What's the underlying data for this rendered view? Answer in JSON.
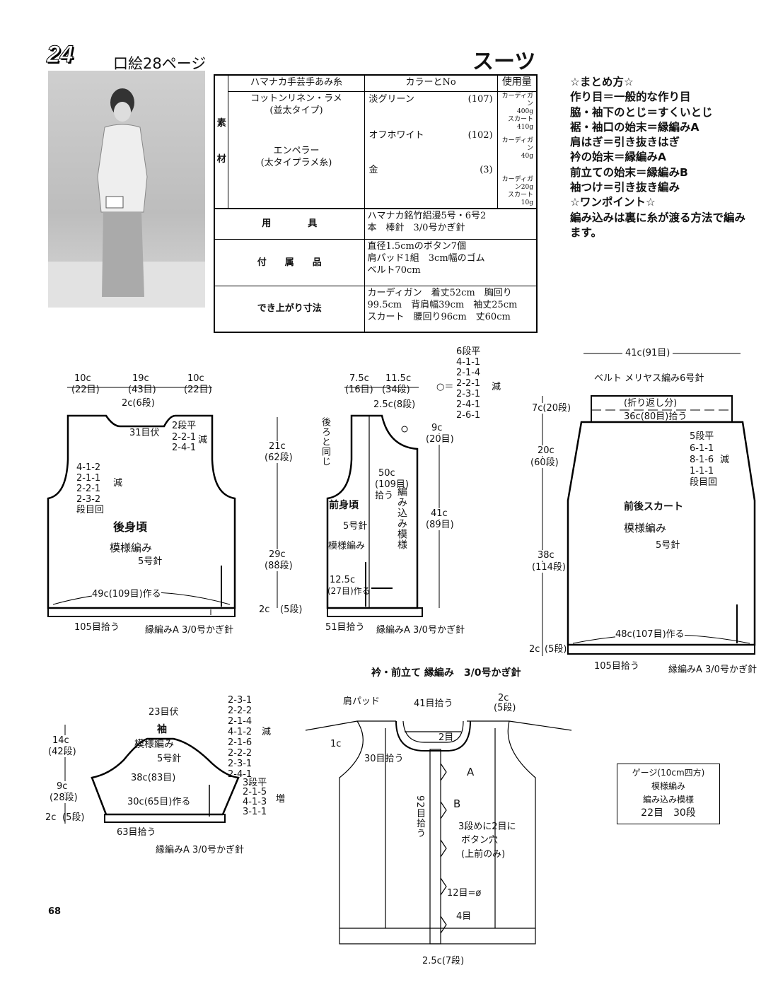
{
  "header": {
    "number": "24",
    "reference": "口絵28ページ",
    "title": "スーツ"
  },
  "photo": {
    "alt": "model-photo"
  },
  "materials": {
    "head": [
      "ハマナカ手芸手あみ糸",
      "カラーとNo",
      "使用量"
    ],
    "side_label": [
      "素",
      "材"
    ],
    "yarn1": [
      "コットンリネン・ラメ",
      "(並太タイプ)"
    ],
    "yarn2": [
      "エンペラー",
      "(太タイプラメ糸)"
    ],
    "colors": [
      {
        "name": "淡グリーン",
        "no": "(107)",
        "qty": [
          "カーディガン",
          "400g",
          "スカート410g"
        ]
      },
      {
        "name": "オフホワイト",
        "no": "(102)",
        "qty": [
          "カーディガン",
          "40g"
        ]
      },
      {
        "name": "金",
        "no": "(3)",
        "qty": [
          "カーディガン20g",
          "スカート 10g"
        ]
      }
    ],
    "tools_label": "用　　　　具",
    "tools": [
      "ハマナカ銘竹絽漫5号・6号2",
      "本　棒針　3/0号かぎ針"
    ],
    "acc_label": "付　　属　　品",
    "acc": [
      "直径1.5cmのボタン7個",
      "肩パッド1組　3cm幅のゴム",
      "ベルト70cm"
    ],
    "size_label": "でき上がり寸法",
    "size": [
      "カーディガン　着丈52cm　胸回り",
      "99.5cm　背肩幅39cm　袖丈25cm",
      "スカート　腰回り96cm　丈60cm"
    ]
  },
  "notes": [
    "☆まとめ方☆",
    "作り目＝一般的な作り目",
    "脇・袖下のとじ＝すくいとじ",
    "裾・袖口の始末＝縁編みA",
    "肩はぎ＝引き抜きはぎ",
    "衿の始末＝縁編みA",
    "前立ての始末＝縁編みB",
    "袖つけ＝引き抜き編み",
    "☆ワンポイント☆",
    "編み込みは裏に糸が渡る方法で編み",
    "ます。"
  ],
  "back": [
    "10c",
    "(22目)",
    "19c",
    "(43目)",
    "10c",
    "(22目)",
    "2c(6段)",
    "31目伏",
    "2段平",
    "2-2-1",
    "2-4-1",
    "減",
    "4-1-2",
    "2-1-1",
    "2-2-1",
    "2-3-2",
    "段目回",
    "減",
    "49c(109目)作る",
    "105目拾う",
    "縁編みA 3/0号かぎ針",
    "21c",
    "(62段)",
    "29c",
    "(88段)",
    "2c",
    "(5段)",
    "後身頃",
    "模様編み",
    "5号針"
  ],
  "front": [
    "7.5c",
    "(16目)",
    "11.5c",
    "(34段)",
    "○＝",
    "6段平",
    "4-1-1",
    "2-1-4",
    "2-2-1",
    "2-3-1",
    "2-4-1",
    "2-6-1",
    "減",
    "2.5c(8段)",
    "後ろと同じ",
    "9c",
    "(20目)",
    "50c",
    "(109目)",
    "拾う",
    "前身頃",
    "5号針",
    "模様編み",
    "編み込み模様",
    "41c",
    "(89目)",
    "12.5c",
    "(27目)作る",
    "51目拾う",
    "縁編みA 3/0号かぎ針"
  ],
  "skirt": [
    "41c(91目)",
    "ベルト メリヤス編み6号針",
    "7c(20段)",
    "(折り返し分)",
    "36c(80目)拾う",
    "5段平",
    "6-1-1",
    "8-1-6",
    "1-1-1",
    "段目回",
    "減",
    "20c",
    "(60段)",
    "前後スカート",
    "模様編み",
    "5号針",
    "38c",
    "(114段)",
    "48c(107目)作る",
    "2c",
    "(5段)",
    "105目拾う",
    "縁編みA 3/0号かぎ針"
  ],
  "collar_title": "衿・前立て 縁編み　3/0号かぎ針",
  "sleeve": [
    "23目伏",
    "袖",
    "模様編み",
    "5号針",
    "2-3-1",
    "2-2-2",
    "2-1-4",
    "4-1-2",
    "2-1-6",
    "2-2-2",
    "2-3-1",
    "2-4-1",
    "減",
    "14c",
    "(42段)",
    "38c(83目)",
    "3段平",
    "2-1-5",
    "4-1-3",
    "3-1-1",
    "増",
    "9c",
    "(28段)",
    "30c(65目)作る",
    "2c",
    "(5段)",
    "63目拾う",
    "縁編みA 3/0号かぎ針"
  ],
  "cardigan": [
    "肩パッド",
    "41目拾う",
    "2c",
    "(5段)",
    "1c",
    "2目",
    "30目拾う",
    "A",
    "B",
    "92目拾う",
    "3段めに2目に",
    "ボタン穴",
    "(上前のみ)",
    "12目=ø",
    "4目",
    "2.5c(7段)"
  ],
  "gauge": [
    "ゲージ(10cm四方)",
    "模様編み",
    "編み込み模様",
    "22目　30段"
  ],
  "page_number": "68"
}
